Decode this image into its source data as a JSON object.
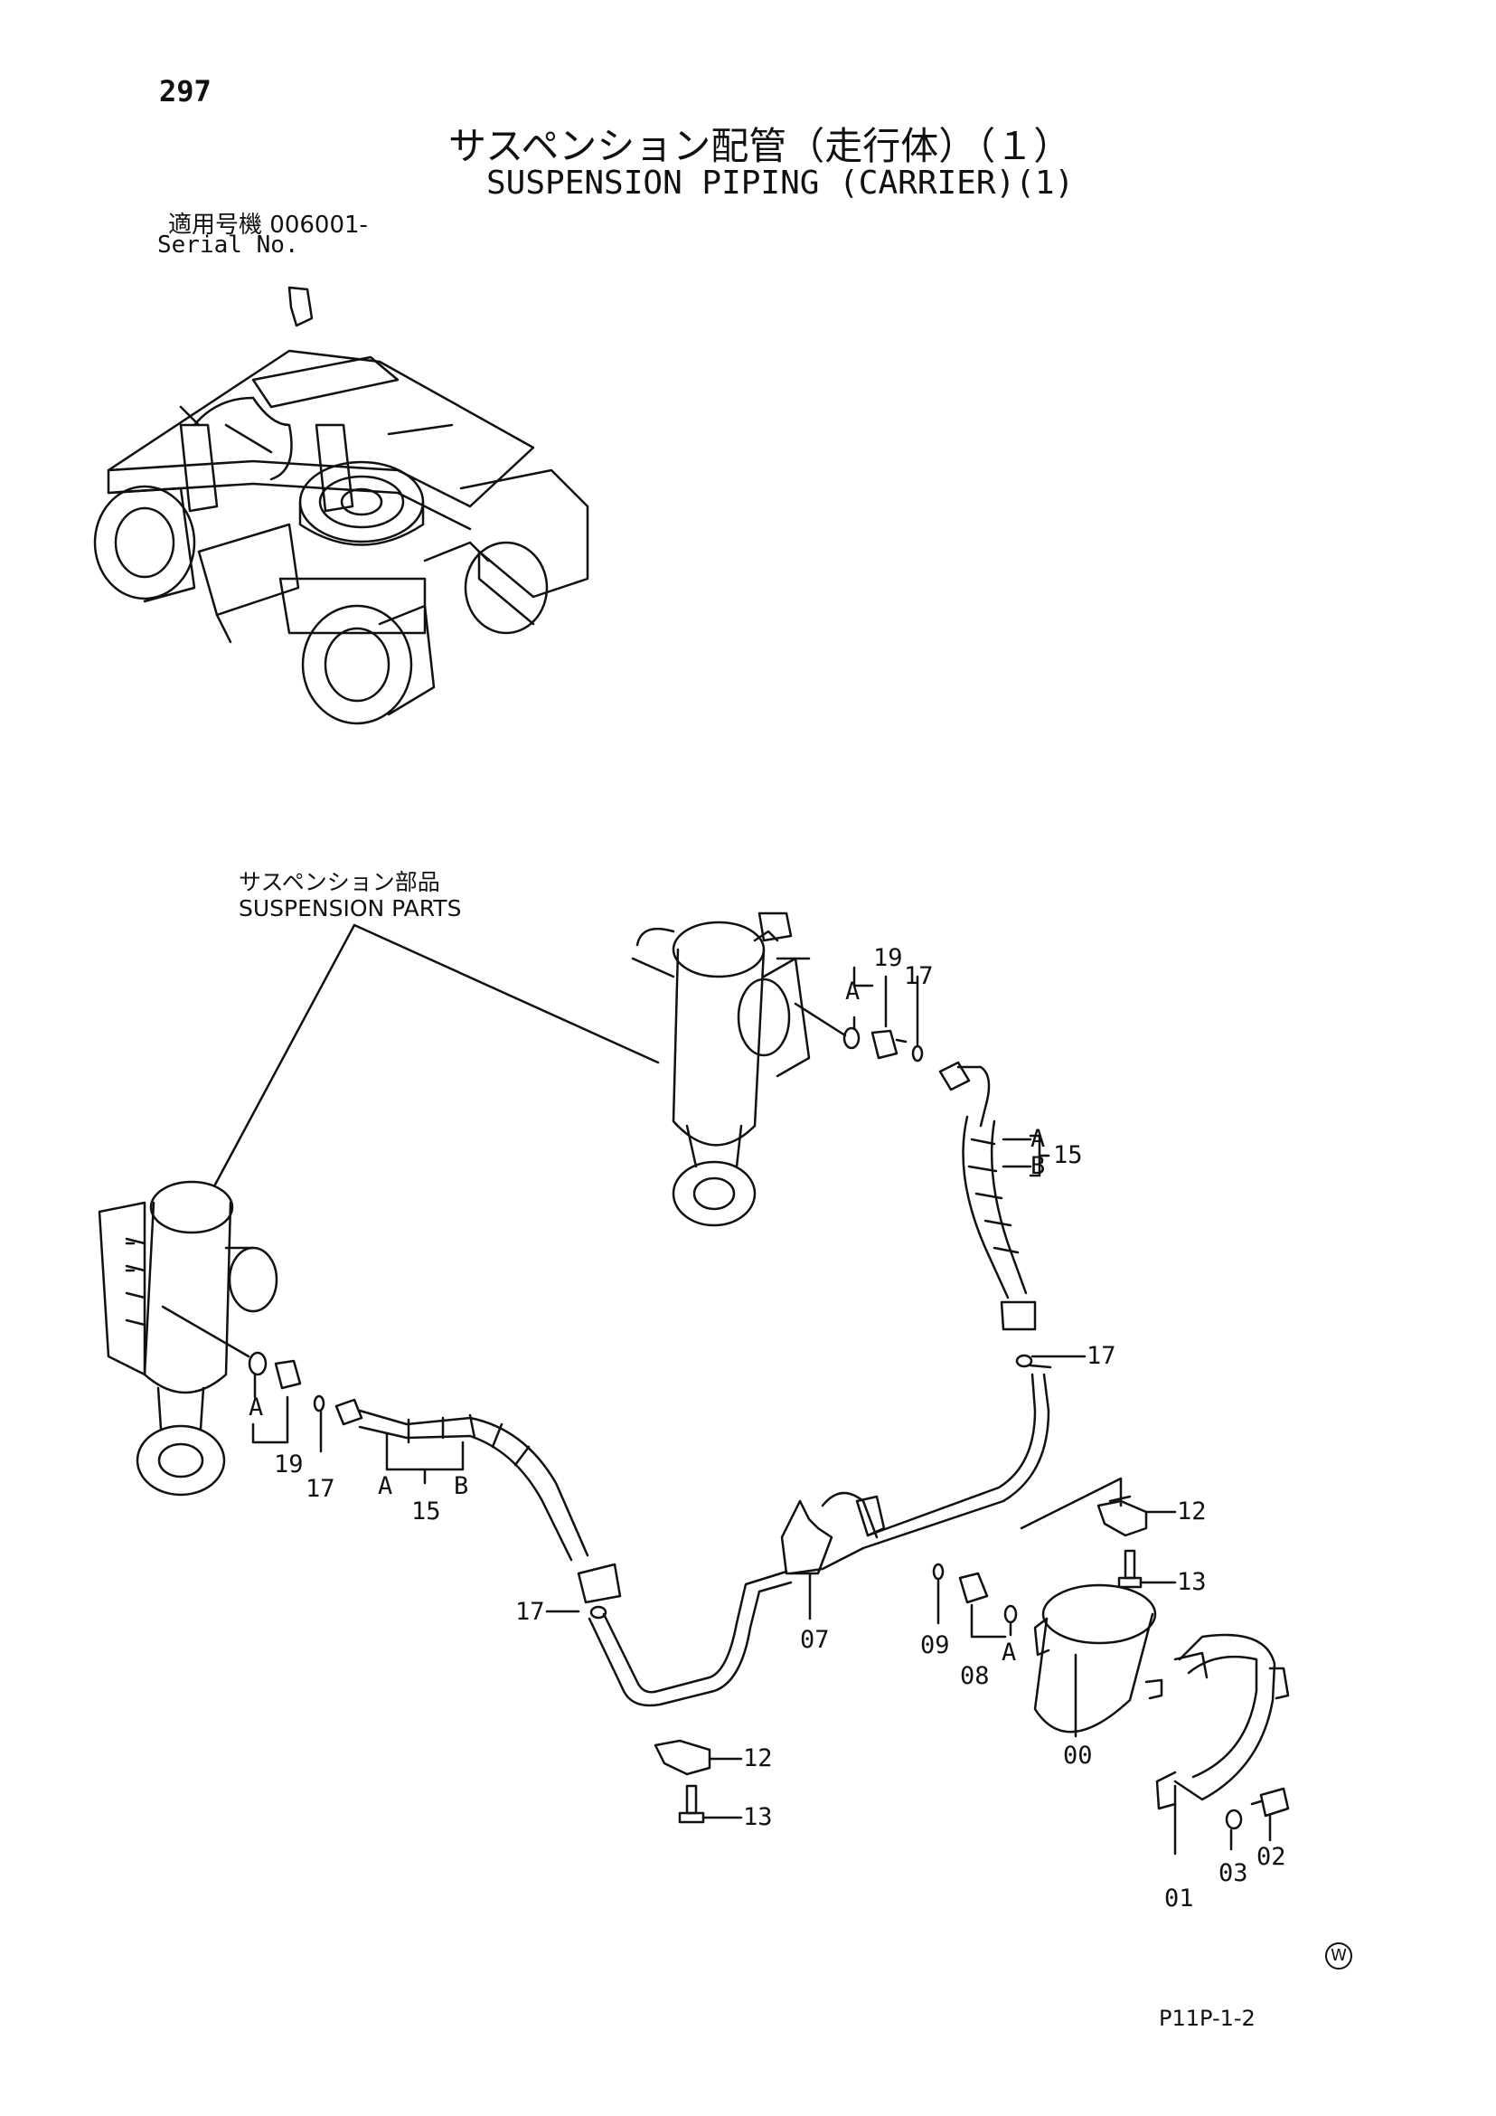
{
  "page_number": "297",
  "title_jp": "サスペンション配管（走行体）（１）",
  "title_en": "SUSPENSION PIPING (CARRIER)(1)",
  "serial": {
    "label_jp": "適用号機",
    "value": "006001-",
    "label_en": "Serial No."
  },
  "callout": {
    "label_jp": "サスペンション部品",
    "label_en": "SUSPENSION PARTS"
  },
  "part_labels": {
    "p00": "00",
    "p01": "01",
    "p02": "02",
    "p03": "03",
    "p07": "07",
    "p08": "08",
    "p09": "09",
    "p12a": "12",
    "p12b": "12",
    "p13a": "13",
    "p13b": "13",
    "p15a": "15",
    "p15b": "15",
    "p17a": "17",
    "p17b": "17",
    "p17c": "17",
    "p17d": "17",
    "p19a": "19",
    "p19b": "19",
    "lblA1": "A",
    "lblB1": "B",
    "lblA2": "A",
    "lblB2": "B",
    "lblA3": "A",
    "lblA4": "A",
    "lblA5": "A"
  },
  "watermark": "W",
  "page_code": "P11P-1-2"
}
